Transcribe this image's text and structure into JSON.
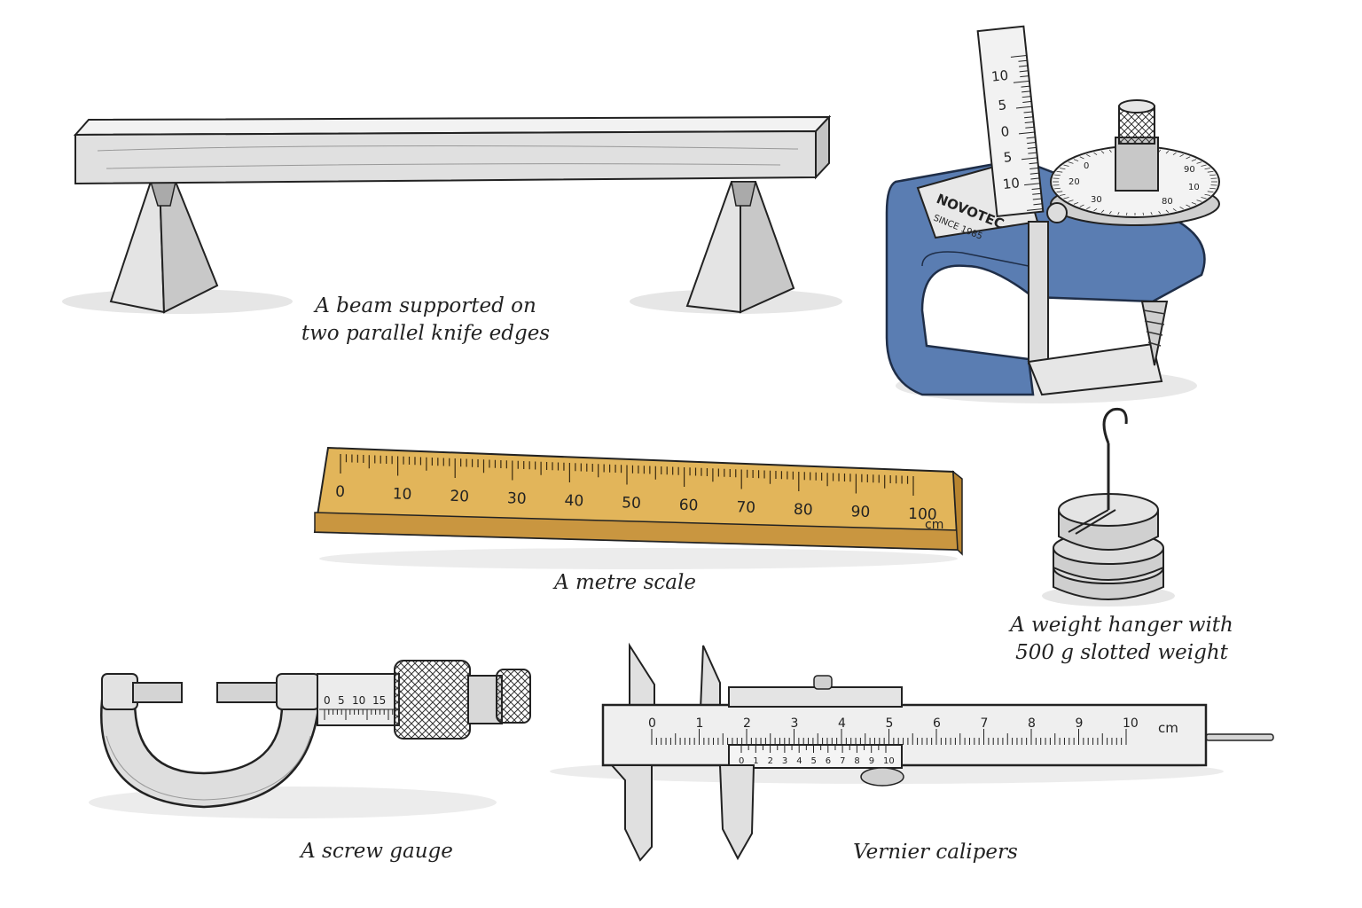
{
  "captions": {
    "beam_line1": "A beam supported on",
    "beam_line2": "two parallel knife edges",
    "metre_scale": "A metre scale",
    "weight_line1": "A weight hanger with",
    "weight_line2": "500 g slotted weight",
    "screw_gauge": "A screw gauge",
    "vernier": "Vernier calipers"
  },
  "spherometer": {
    "brand": "NOVOTEC",
    "since": "SINCE 1985",
    "scale_labels": [
      "10",
      "5",
      "0",
      "5",
      "10"
    ],
    "dial_labels": [
      "0",
      "90",
      "10",
      "20",
      "80",
      "30"
    ]
  },
  "metre_scale": {
    "labels": [
      "0",
      "10",
      "20",
      "30",
      "40",
      "50",
      "60",
      "70",
      "80",
      "90",
      "100"
    ],
    "unit": "cm"
  },
  "screw_gauge": {
    "sleeve_labels": [
      "0",
      "5",
      "10",
      "15"
    ]
  },
  "vernier": {
    "main_labels": [
      "0",
      "1",
      "2",
      "3",
      "4",
      "5",
      "6",
      "7",
      "8",
      "9",
      "10"
    ],
    "unit": "cm",
    "vernier_labels": [
      "0",
      "1",
      "2",
      "3",
      "4",
      "5",
      "6",
      "7",
      "8",
      "9",
      "10"
    ]
  },
  "colors": {
    "wood": "#e2b55a",
    "blue_frame": "#5a7db2",
    "ink": "#222222"
  }
}
